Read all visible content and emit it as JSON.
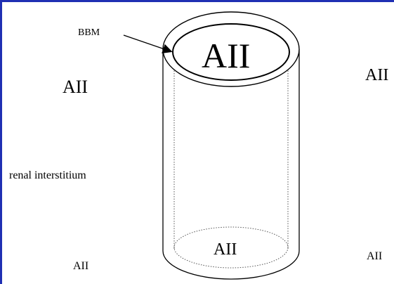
{
  "labels": {
    "bbm": "BBM",
    "lumen_top": "AII",
    "left_upper": "AII",
    "right_upper": "AII",
    "interstitium": "renal interstitium",
    "lumen_bottom": "AII",
    "left_lower": "AII",
    "right_lower": "AII"
  },
  "colors": {
    "frame": "#1f2fb3",
    "stroke": "#000000",
    "background": "#ffffff"
  }
}
